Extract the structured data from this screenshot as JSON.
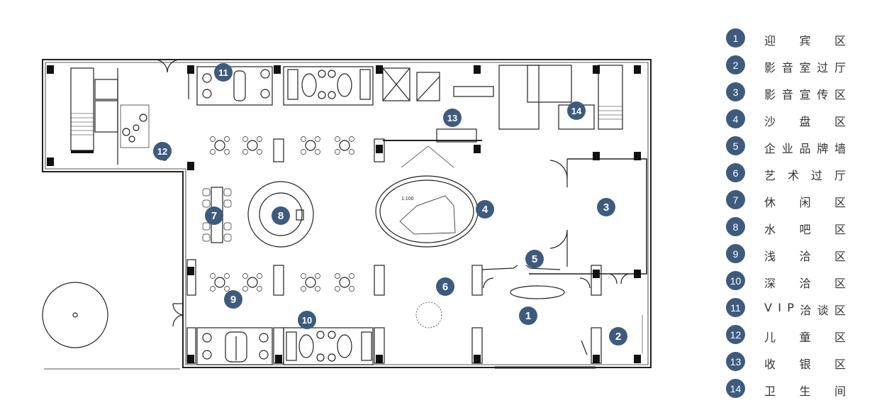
{
  "plan": {
    "scale_label": "1:100"
  },
  "markers": [
    "1",
    "2",
    "3",
    "4",
    "5",
    "6",
    "7",
    "8",
    "9",
    "10",
    "11",
    "12",
    "13",
    "14"
  ],
  "legend": [
    {
      "num": "1",
      "label": "迎宾区"
    },
    {
      "num": "2",
      "label": "影音室过厅"
    },
    {
      "num": "3",
      "label": "影音宣传区"
    },
    {
      "num": "4",
      "label": "沙盘区"
    },
    {
      "num": "5",
      "label": "企业品牌墙"
    },
    {
      "num": "6",
      "label": "艺术过厅"
    },
    {
      "num": "7",
      "label": "休闲区"
    },
    {
      "num": "8",
      "label": "水吧区"
    },
    {
      "num": "9",
      "label": "浅洽区"
    },
    {
      "num": "10",
      "label": "深洽区"
    },
    {
      "num": "11",
      "label": "VIP洽谈区"
    },
    {
      "num": "12",
      "label": "儿童区"
    },
    {
      "num": "13",
      "label": "收银区"
    },
    {
      "num": "14",
      "label": "卫生间"
    }
  ],
  "colors": {
    "marker": "#3e5b7e",
    "line": "#222222",
    "text": "#333333"
  }
}
